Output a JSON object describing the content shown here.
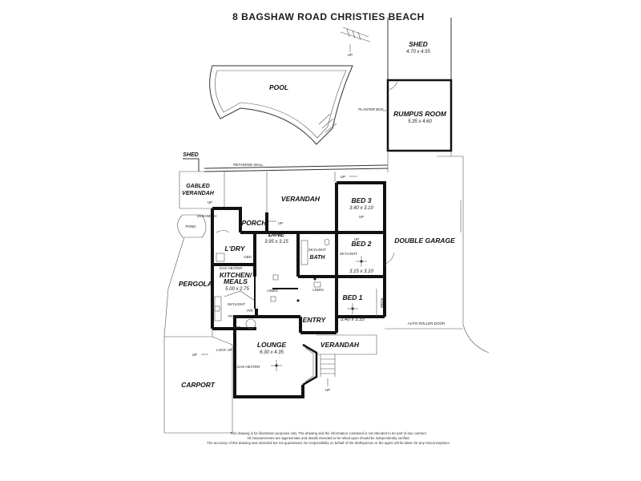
{
  "title": "8 BAGSHAW ROAD CHRISTIES BEACH",
  "rooms": {
    "shed": {
      "name": "SHED",
      "dims": "4.70 x 4.55"
    },
    "pool": {
      "name": "POOL"
    },
    "rumpus": {
      "name": "RUMPUS ROOM",
      "dims": "5.35 x 4.60"
    },
    "planter": {
      "name": "PLANTER BOX"
    },
    "shed_small": {
      "name": "SHED"
    },
    "retaining": {
      "name": "RETAINING WALL"
    },
    "gabled": {
      "name1": "GABLED",
      "name2": "VERANDAH"
    },
    "verandah_left": {
      "name": "VERANDAH"
    },
    "pond": {
      "name": "POND"
    },
    "porch": {
      "name": "PORCH"
    },
    "verandah_top": {
      "name": "VERANDAH"
    },
    "bed3": {
      "name": "BED 3",
      "dims": "3.40 x 3.10"
    },
    "double_garage": {
      "name": "DOUBLE GARAGE"
    },
    "ldry": {
      "name": "L'DRY"
    },
    "dine": {
      "name": "DINE",
      "dims": "3.95 x 3.15"
    },
    "bath": {
      "name": "BATH"
    },
    "bed2": {
      "name": "BED 2",
      "dims": "3.15 x 3.10"
    },
    "kitchen": {
      "name1": "KITCHEN/",
      "name2": "MEALS",
      "dims": "5.00 x 2.75"
    },
    "pergola": {
      "name": "PERGOLA"
    },
    "bed1": {
      "name": "BED 1",
      "dims": "3.40 x 3.35"
    },
    "entry": {
      "name": "ENTRY"
    },
    "lounge": {
      "name": "LOUNGE",
      "dims": "6.30 x 4.35"
    },
    "verandah_front": {
      "name": "VERANDAH"
    },
    "carport": {
      "name": "CARPORT"
    }
  },
  "labels": {
    "up": "UP",
    "gas_heater": "GAS HEATER",
    "cbd": "CBD",
    "skylight": "SKYLIGHT",
    "linen": "LINEN",
    "robe": "ROBE",
    "auto_roller_door": "AUTO ROLLER DOOR",
    "lock_up": "LOCK UP",
    "pantry": "PANTRY",
    "wo": "W/O",
    "fr": "F/R"
  },
  "disclaimer": [
    "This drawing is for illustration purposes only. The drawing and the information contained is not intended to be part of any contract.",
    "All measurements are approximate and details intended to be relied upon should be independently verified.",
    "The accuracy of this drawing was intended but not guaranteed. No responsibility on behalf of the draftsperson or the agent will be taken for any misconceptions."
  ]
}
